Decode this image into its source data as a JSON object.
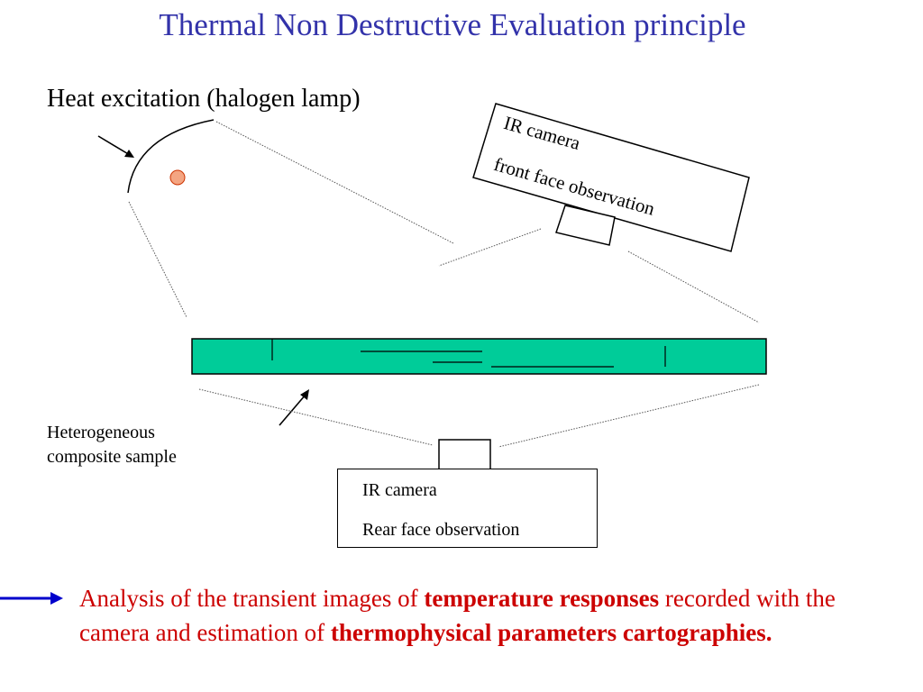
{
  "title": "Thermal Non Destructive Evaluation principle",
  "heat_label": "Heat excitation (halogen lamp)",
  "sample_label": {
    "line1": "Heterogeneous",
    "line2": "composite sample"
  },
  "front_camera": {
    "line1": "IR camera",
    "line2": "front face observation"
  },
  "rear_camera": {
    "line1": "IR camera",
    "line2": "Rear face observation"
  },
  "conclusion": {
    "part1": "Analysis of the transient images of ",
    "bold1": "temperature responses",
    "part2": " recorded with the camera and estimation of ",
    "bold2": "thermophysical parameters cartographies."
  },
  "colors": {
    "title": "#3333aa",
    "sample_fill": "#00cc99",
    "lamp_bulb": "#f4a582",
    "arrow_blue": "#0000cc",
    "conclusion_text": "#cc0000"
  }
}
